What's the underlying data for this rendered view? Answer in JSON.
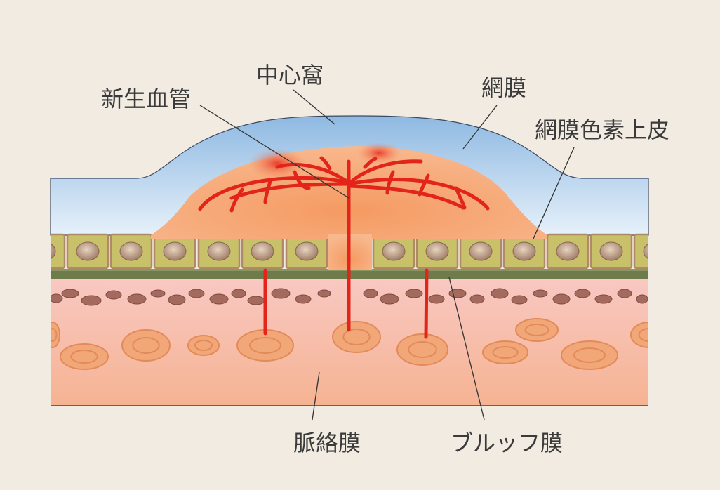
{
  "labels": {
    "fovea": "中心窩",
    "neovascularization": "新生血管",
    "retina": "網膜",
    "rpe": "網膜色素上皮",
    "choroid": "脈絡膜",
    "bruch_membrane": "ブルッフ膜"
  },
  "colors": {
    "background": "#f1ebe1",
    "retina_top": "#9ec3e6",
    "retina_bottom": "#dfeef9",
    "lesion": "#f6a36e",
    "vessel": "#e3241b",
    "rpe_cell": "#c9c06a",
    "rpe_nucleus": "#a07e68",
    "bruch": "#6e7b4a",
    "choroid": "#f5b9a6",
    "pigment": "#a56a5e",
    "choroid_cell": "#f2a779"
  }
}
